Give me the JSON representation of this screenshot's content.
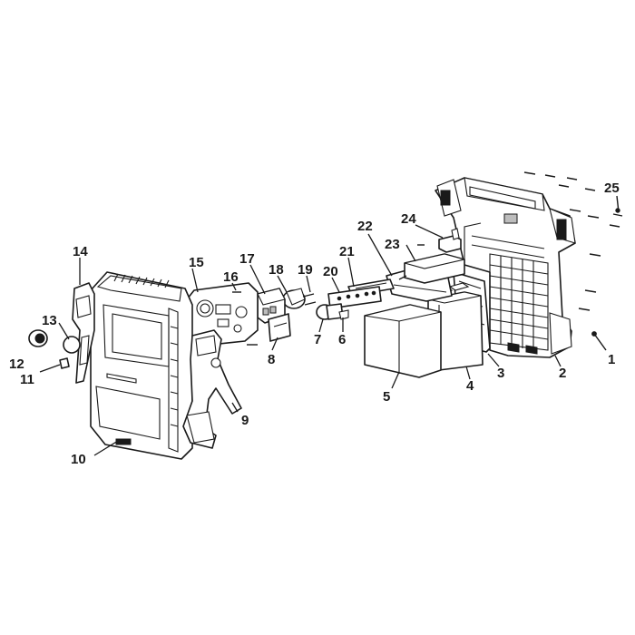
{
  "callouts": [
    {
      "id": "c1",
      "label": "1"
    },
    {
      "id": "c2",
      "label": "2"
    },
    {
      "id": "c3",
      "label": "3"
    },
    {
      "id": "c4",
      "label": "4"
    },
    {
      "id": "c5",
      "label": "5"
    },
    {
      "id": "c6",
      "label": "6"
    },
    {
      "id": "c7",
      "label": "7"
    },
    {
      "id": "c8",
      "label": "8"
    },
    {
      "id": "c9",
      "label": "9"
    },
    {
      "id": "c10",
      "label": "10"
    },
    {
      "id": "c11",
      "label": "11"
    },
    {
      "id": "c12",
      "label": "12"
    },
    {
      "id": "c13",
      "label": "13"
    },
    {
      "id": "c14",
      "label": "14"
    },
    {
      "id": "c15",
      "label": "15"
    },
    {
      "id": "c16",
      "label": "16"
    },
    {
      "id": "c17",
      "label": "17"
    },
    {
      "id": "c18",
      "label": "18"
    },
    {
      "id": "c19",
      "label": "19"
    },
    {
      "id": "c20",
      "label": "20"
    },
    {
      "id": "c21",
      "label": "21"
    },
    {
      "id": "c22",
      "label": "22"
    },
    {
      "id": "c23",
      "label": "23"
    },
    {
      "id": "c24",
      "label": "24"
    },
    {
      "id": "c25",
      "label": "25"
    }
  ]
}
